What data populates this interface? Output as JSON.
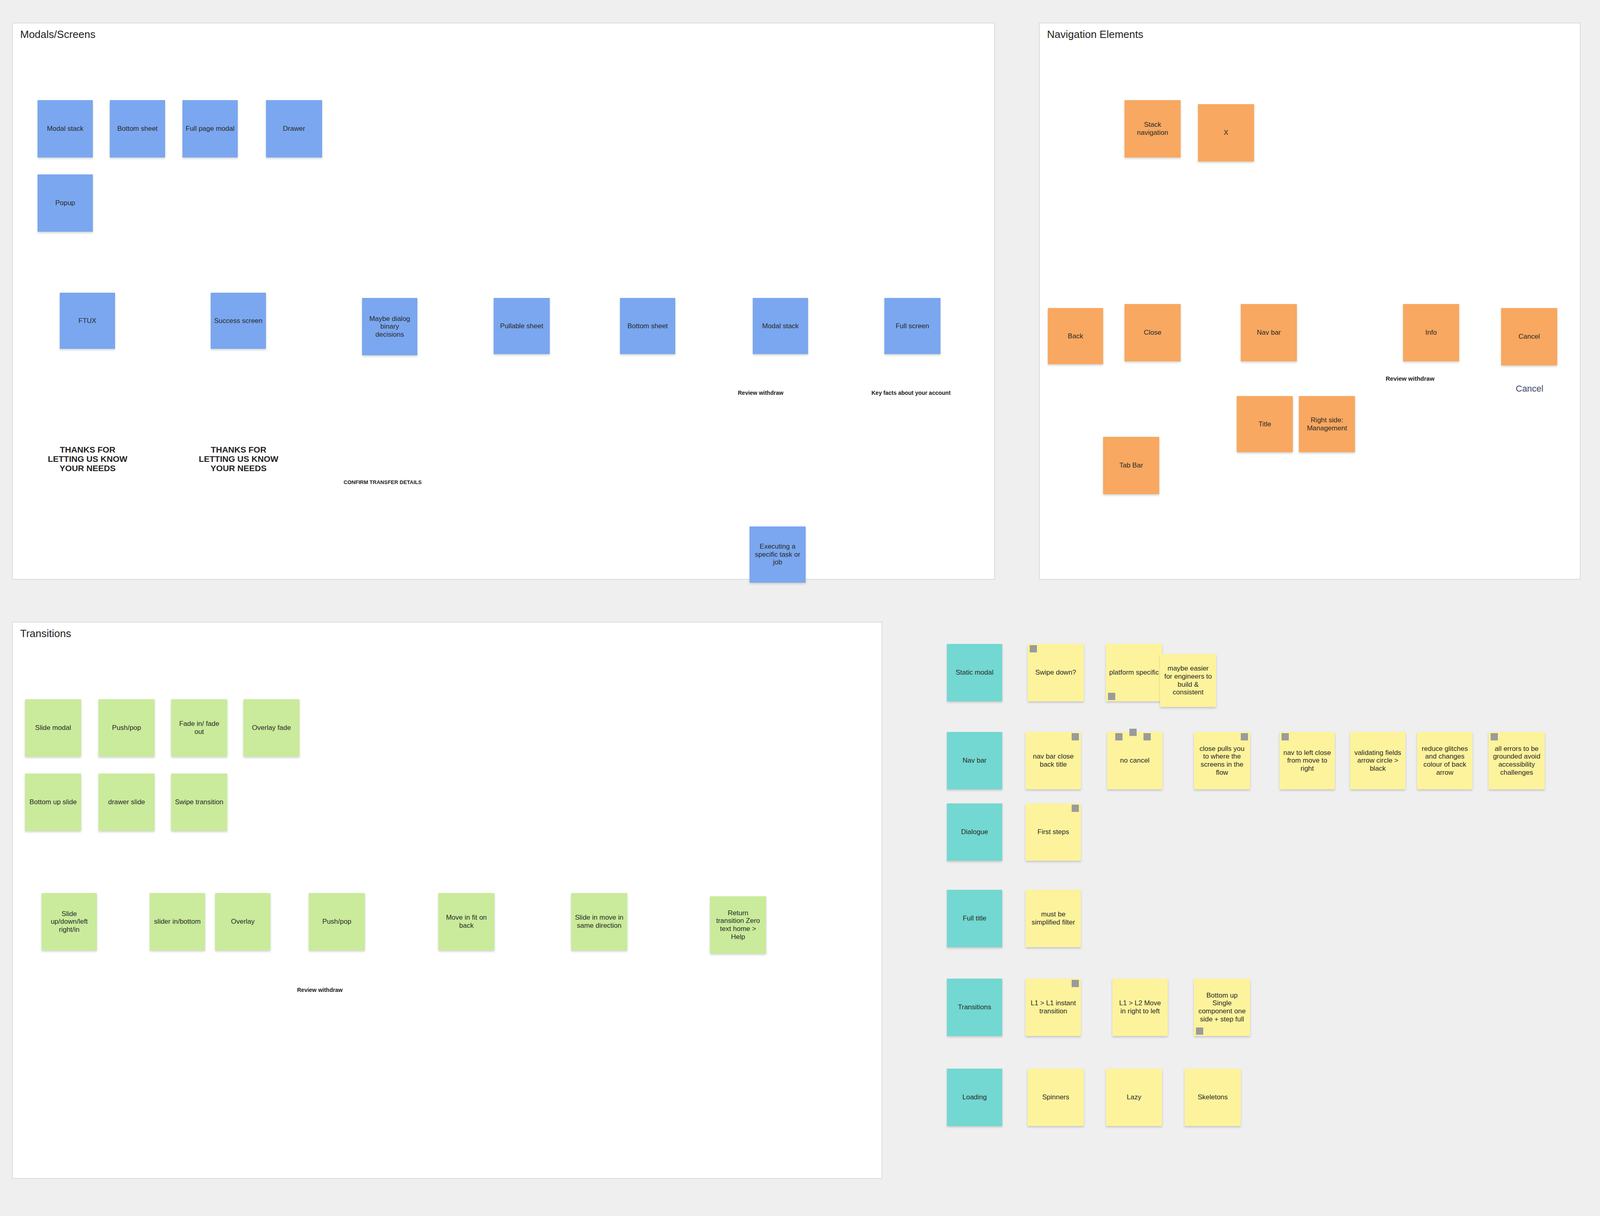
{
  "diagram": {
    "nodes": [
      {
        "text": [
          "Modals/Screens"
        ]
      },
      {
        "text": [
          "Modal stack"
        ],
        "in": 0
      },
      {
        "text": [
          "Bottom sheet"
        ],
        "in": 0
      },
      {
        "text": [
          "Full page modal"
        ],
        "in": 0
      },
      {
        "text": [
          "Drawer"
        ],
        "in": 0
      },
      {
        "text": [
          "Popup"
        ],
        "in": 0
      },
      {
        "text": [
          "FTUX"
        ],
        "in": 0
      },
      {
        "text": [
          "Success screen"
        ],
        "in": 0
      },
      {
        "text": [
          "Maybe dialog binary decisions"
        ],
        "in": 0
      },
      {
        "text": [
          "Pullable sheet"
        ],
        "in": 0
      },
      {
        "text": [
          "Bottom sheet"
        ],
        "in": 0
      },
      {
        "text": [
          "Modal stack"
        ],
        "in": 0
      },
      {
        "text": [
          "Full screen"
        ],
        "in": 0
      },
      {
        "text": [
          "Executing a specific task or job"
        ],
        "in": 0
      },
      {
        "text": [
          "Navigation Elements"
        ]
      },
      {
        "text": [
          "Stack navigation"
        ],
        "in": 14
      },
      {
        "text": [
          "X"
        ],
        "in": 14
      },
      {
        "text": [
          "Back"
        ],
        "in": 14
      },
      {
        "text": [
          "Close"
        ],
        "in": 14
      },
      {
        "text": [
          "Nav bar"
        ],
        "in": 14
      },
      {
        "text": [
          "Info"
        ],
        "in": 14
      },
      {
        "text": [
          "Cancel"
        ],
        "in": 14
      },
      {
        "text": [
          "Title"
        ],
        "in": 14
      },
      {
        "text": [
          "Right side: Management"
        ],
        "in": 14
      },
      {
        "text": [
          "Tab Bar"
        ],
        "in": 14
      },
      {
        "text": [
          "Transitions"
        ]
      },
      {
        "text": [
          "Slide modal"
        ],
        "in": 25
      },
      {
        "text": [
          "Push/pop"
        ],
        "in": 25
      },
      {
        "text": [
          "Fade in/ fade out"
        ],
        "in": 25
      },
      {
        "text": [
          "Overlay fade"
        ],
        "in": 25
      },
      {
        "text": [
          "Bottom up slide"
        ],
        "in": 25
      },
      {
        "text": [
          "drawer slide"
        ],
        "in": 25
      },
      {
        "text": [
          "Swipe transition"
        ],
        "in": 25
      },
      {
        "text": [
          "Slide up/down/left right/in"
        ],
        "in": 25
      },
      {
        "text": [
          "slider in/bottom"
        ],
        "in": 25
      },
      {
        "text": [
          "Overlay"
        ],
        "in": 25
      },
      {
        "text": [
          "Push/pop"
        ],
        "in": 25
      },
      {
        "text": [
          "Move in fit on back"
        ],
        "in": 25
      },
      {
        "text": [
          "Slide in move in same direction"
        ],
        "in": 25
      },
      {
        "text": [
          "Return transition Zero text home > Help"
        ],
        "in": 25
      },
      {
        "text": [
          "Static modal"
        ]
      },
      {
        "text": [
          "Nav bar"
        ]
      },
      {
        "text": [
          "Dialogue"
        ]
      },
      {
        "text": [
          "Full title"
        ]
      },
      {
        "text": [
          "Transitions"
        ]
      },
      {
        "text": [
          "Loading"
        ]
      },
      {
        "text": [
          "Swipe down?"
        ]
      },
      {
        "text": [
          "platform specific"
        ]
      },
      {
        "text": [
          "maybe easier for engineers to build & consistent"
        ]
      },
      {
        "text": [
          "nav bar close back title"
        ]
      },
      {
        "text": [
          "no cancel"
        ]
      },
      {
        "text": [
          "close pulls you to where the screens in the flow"
        ]
      },
      {
        "text": [
          "nav to left close from move to right"
        ]
      },
      {
        "text": [
          "validating fields arrow circle > black"
        ]
      },
      {
        "text": [
          "reduce glitches and changes colour of back arrow"
        ]
      },
      {
        "text": [
          "all errors to be grounded avoid accessibility challenges"
        ]
      },
      {
        "text": [
          "First steps"
        ]
      },
      {
        "text": [
          "must be simplified filter"
        ]
      },
      {
        "text": [
          "L1 > L1 instant transition"
        ]
      },
      {
        "text": [
          "L1 > L2 Move in right to left"
        ]
      },
      {
        "text": [
          "Bottom up Single component one side + step full"
        ]
      },
      {
        "text": [
          "Spinners"
        ]
      },
      {
        "text": [
          "Lazy"
        ]
      },
      {
        "text": [
          "Skeletons"
        ]
      }
    ],
    "labels": [
      "THANKS FOR LETTING US KNOW YOUR NEEDS",
      "THANKS FOR LETTING US KNOW YOUR NEEDS",
      "CONFIRM TRANSFER DETAILS",
      "Review withdraw",
      "Key facts about your account",
      "Review withdraw",
      "Cancel",
      "Review withdraw"
    ]
  }
}
